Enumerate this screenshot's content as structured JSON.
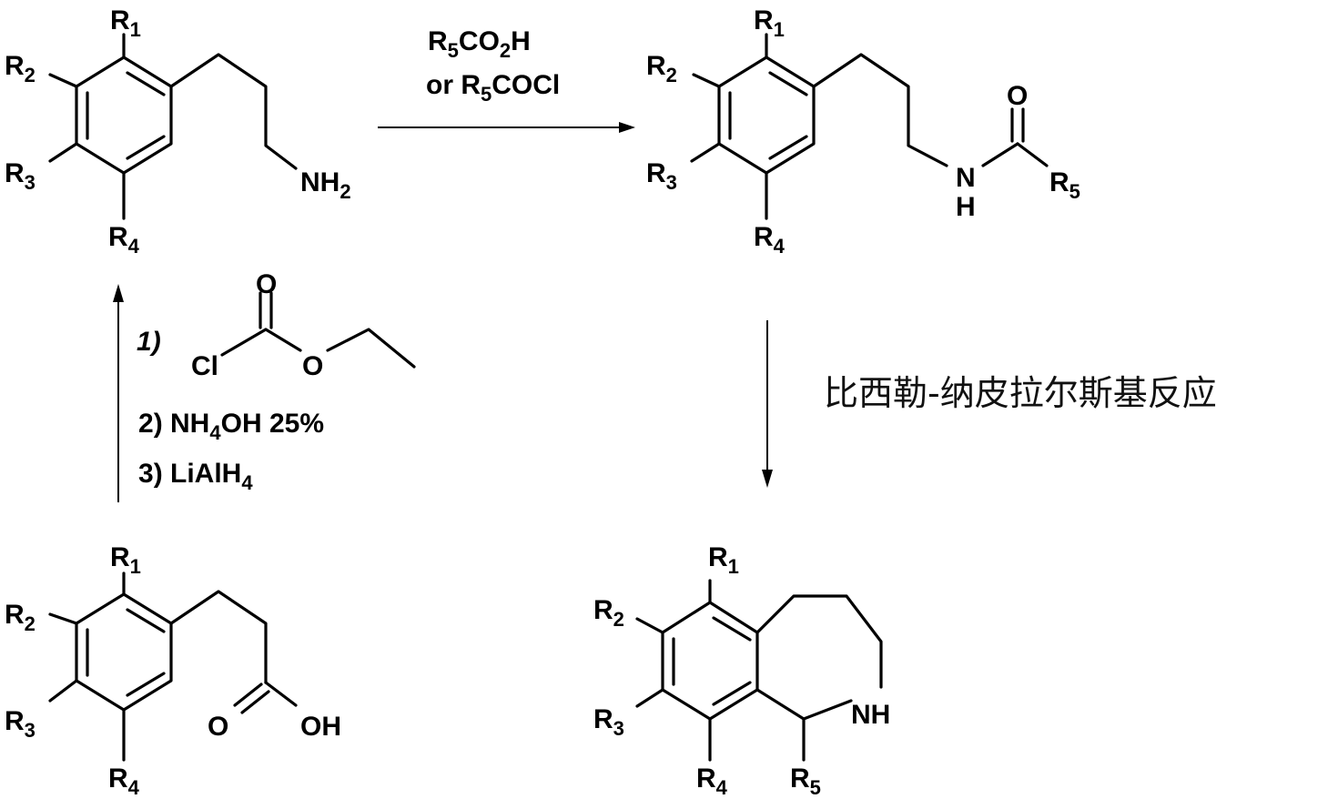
{
  "compounds": {
    "amine": {
      "r1": "R1",
      "r2": "R2",
      "r3": "R3",
      "r4": "R4",
      "nh2": "NH2"
    },
    "amide": {
      "r1": "R1",
      "r2": "R2",
      "r3": "R3",
      "r4": "R4",
      "n": "N",
      "h": "H",
      "o": "O",
      "r5": "R5"
    },
    "acid": {
      "r1": "R1",
      "r2": "R2",
      "r3": "R3",
      "r4": "R4",
      "o": "O",
      "oh": "OH"
    },
    "benzazepine": {
      "r1": "R1",
      "r2": "R2",
      "r3": "R3",
      "r4": "R4",
      "nh": "NH",
      "r5": "R5"
    }
  },
  "reagents": {
    "acylation_line1": "R5CO2H",
    "acylation_line2": "or R5COCl",
    "step1_label": "1)",
    "chloroformate_cl": "Cl",
    "chloroformate_o_carbonyl": "O",
    "chloroformate_o_ester": "O",
    "step2": "2) NH4OH 25%",
    "step3": "3) LiAlH4"
  },
  "reaction_name": "比西勒-纳皮拉尔斯基反应"
}
